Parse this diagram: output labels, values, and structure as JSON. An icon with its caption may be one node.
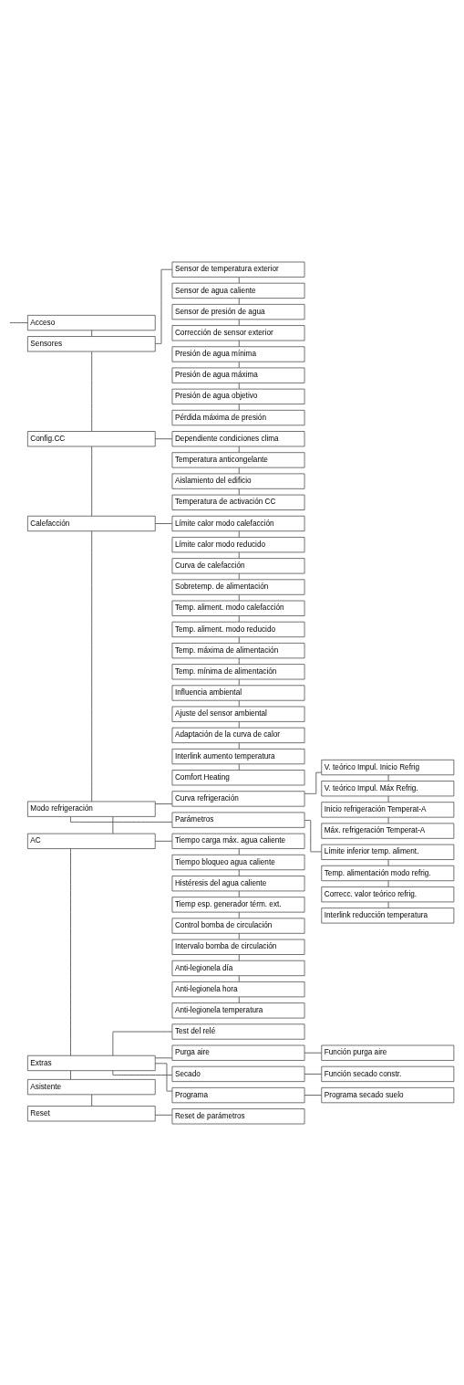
{
  "diagram": {
    "nodes": [
      {
        "text": [
          "Acceso"
        ]
      },
      {
        "text": [
          "Sensores"
        ]
      },
      {
        "text": [
          "Sensor de temperatura exterior"
        ]
      },
      {
        "text": [
          "Sensor de agua caliente"
        ]
      },
      {
        "text": [
          "Sensor de presión de agua"
        ]
      },
      {
        "text": [
          "Corrección de sensor exterior"
        ]
      },
      {
        "text": [
          "Presión de agua mínima"
        ]
      },
      {
        "text": [
          "Presión de agua máxima"
        ]
      },
      {
        "text": [
          "Presión de agua objetivo"
        ]
      },
      {
        "text": [
          "Pérdida máxima de presión"
        ]
      },
      {
        "text": [
          "Config.CC"
        ]
      },
      {
        "text": [
          "Dependiente condiciones clima"
        ]
      },
      {
        "text": [
          "Temperatura anticongelante"
        ]
      },
      {
        "text": [
          "Aislamiento del edificio"
        ]
      },
      {
        "text": [
          "Temperatura de activación CC"
        ]
      },
      {
        "text": [
          "Calefacción"
        ]
      },
      {
        "text": [
          "Límite calor modo calefacción"
        ]
      },
      {
        "text": [
          "Límite calor modo reducido"
        ]
      },
      {
        "text": [
          "Curva de calefacción"
        ]
      },
      {
        "text": [
          "Sobretemp. de alimentación"
        ]
      },
      {
        "text": [
          "Temp. aliment. modo calefacción"
        ]
      },
      {
        "text": [
          "Temp. aliment. modo reducido"
        ]
      },
      {
        "text": [
          "Temp. máxima de alimentación"
        ]
      },
      {
        "text": [
          "Temp. mínima de alimentación"
        ]
      },
      {
        "text": [
          "Influencia ambiental"
        ]
      },
      {
        "text": [
          "Ajuste del sensor ambiental"
        ]
      },
      {
        "text": [
          "Adaptación de la curva de calor"
        ]
      },
      {
        "text": [
          "Interlink aumento temperatura"
        ]
      },
      {
        "text": [
          "Comfort Heating"
        ]
      },
      {
        "text": [
          "Modo refrigeración"
        ]
      },
      {
        "text": [
          "Curva refrigeración"
        ]
      },
      {
        "text": [
          "V. teórico Impul. Inicio Refrig"
        ]
      },
      {
        "text": [
          "V. teórico Impul. Máx Refrig."
        ]
      },
      {
        "text": [
          "Inicio refrigeración Temperat-A"
        ]
      },
      {
        "text": [
          "Máx. refrigeración Temperat-A"
        ]
      },
      {
        "text": [
          "Parámetros"
        ]
      },
      {
        "text": [
          "Límite inferior temp. aliment."
        ]
      },
      {
        "text": [
          "Temp. alimentación modo refrig."
        ]
      },
      {
        "text": [
          "Correcc. valor teórico refrig."
        ]
      },
      {
        "text": [
          "Interlink reducción temperatura"
        ]
      },
      {
        "text": [
          "AC"
        ]
      },
      {
        "text": [
          "Tiempo carga máx. agua caliente"
        ]
      },
      {
        "text": [
          "Tiempo bloqueo agua caliente"
        ]
      },
      {
        "text": [
          "Histéresis del agua caliente"
        ]
      },
      {
        "text": [
          "Tiemp esp. generador térm. ext."
        ]
      },
      {
        "text": [
          "Control bomba de circulación"
        ]
      },
      {
        "text": [
          "Intervalo bomba de circulación"
        ]
      },
      {
        "text": [
          "Anti-legionela día"
        ]
      },
      {
        "text": [
          "Anti-legionela hora"
        ]
      },
      {
        "text": [
          "Anti-legionela temperatura"
        ]
      },
      {
        "text": [
          "Extras"
        ]
      },
      {
        "text": [
          "Test del relé"
        ]
      },
      {
        "text": [
          "Purga aire"
        ]
      },
      {
        "text": [
          "Función purga aire"
        ]
      },
      {
        "text": [
          "Secado"
        ]
      },
      {
        "text": [
          "Función secado constr."
        ]
      },
      {
        "text": [
          "Programa"
        ]
      },
      {
        "text": [
          "Programa secado suelo"
        ]
      },
      {
        "text": [
          "Asistente"
        ]
      },
      {
        "text": [
          "Reset"
        ]
      },
      {
        "text": [
          "Reset de parámetros"
        ]
      }
    ],
    "edges": [
      {
        "from": null,
        "to": 0,
        "arrow": "none"
      },
      {
        "from": 0,
        "to": 1,
        "arrow": "none"
      },
      {
        "from": 1,
        "to": 10,
        "arrow": "none"
      },
      {
        "from": 10,
        "to": 15,
        "arrow": "none"
      },
      {
        "from": 15,
        "to": 29,
        "arrow": "none"
      },
      {
        "from": 29,
        "to": 40,
        "arrow": "none"
      },
      {
        "from": 40,
        "to": 50,
        "arrow": "none"
      },
      {
        "from": 50,
        "to": 58,
        "arrow": "none"
      },
      {
        "from": 58,
        "to": 59,
        "arrow": "none"
      },
      {
        "from": 1,
        "to": 2,
        "arrow": "none"
      },
      {
        "from": 2,
        "to": 3,
        "arrow": "none"
      },
      {
        "from": 3,
        "to": 4,
        "arrow": "none"
      },
      {
        "from": 4,
        "to": 5,
        "arrow": "none"
      },
      {
        "from": 5,
        "to": 6,
        "arrow": "none"
      },
      {
        "from": 6,
        "to": 7,
        "arrow": "none"
      },
      {
        "from": 7,
        "to": 8,
        "arrow": "none"
      },
      {
        "from": 8,
        "to": 9,
        "arrow": "none"
      },
      {
        "from": 10,
        "to": 11,
        "arrow": "none"
      },
      {
        "from": 11,
        "to": 12,
        "arrow": "none"
      },
      {
        "from": 12,
        "to": 13,
        "arrow": "none"
      },
      {
        "from": 13,
        "to": 14,
        "arrow": "none"
      },
      {
        "from": 15,
        "to": 16,
        "arrow": "none"
      },
      {
        "from": 16,
        "to": 17,
        "arrow": "none"
      },
      {
        "from": 17,
        "to": 18,
        "arrow": "none"
      },
      {
        "from": 18,
        "to": 19,
        "arrow": "none"
      },
      {
        "from": 19,
        "to": 20,
        "arrow": "none"
      },
      {
        "from": 20,
        "to": 21,
        "arrow": "none"
      },
      {
        "from": 21,
        "to": 22,
        "arrow": "none"
      },
      {
        "from": 22,
        "to": 23,
        "arrow": "none"
      },
      {
        "from": 23,
        "to": 24,
        "arrow": "none"
      },
      {
        "from": 24,
        "to": 25,
        "arrow": "none"
      },
      {
        "from": 25,
        "to": 26,
        "arrow": "none"
      },
      {
        "from": 26,
        "to": 27,
        "arrow": "none"
      },
      {
        "from": 27,
        "to": 28,
        "arrow": "none"
      },
      {
        "from": 29,
        "to": 30,
        "arrow": "none"
      },
      {
        "from": 30,
        "to": 31,
        "arrow": "none"
      },
      {
        "from": 31,
        "to": 32,
        "arrow": "none"
      },
      {
        "from": 32,
        "to": 33,
        "arrow": "none"
      },
      {
        "from": 33,
        "to": 34,
        "arrow": "none"
      },
      {
        "from": 29,
        "to": 35,
        "arrow": "none"
      },
      {
        "from": 35,
        "to": 36,
        "arrow": "none"
      },
      {
        "from": 36,
        "to": 37,
        "arrow": "none"
      },
      {
        "from": 37,
        "to": 38,
        "arrow": "none"
      },
      {
        "from": 38,
        "to": 39,
        "arrow": "none"
      },
      {
        "from": 40,
        "to": 41,
        "arrow": "none"
      },
      {
        "from": 41,
        "to": 42,
        "arrow": "none"
      },
      {
        "from": 42,
        "to": 43,
        "arrow": "none"
      },
      {
        "from": 43,
        "to": 44,
        "arrow": "none"
      },
      {
        "from": 44,
        "to": 45,
        "arrow": "none"
      },
      {
        "from": 45,
        "to": 46,
        "arrow": "none"
      },
      {
        "from": 46,
        "to": 47,
        "arrow": "none"
      },
      {
        "from": 47,
        "to": 48,
        "arrow": "none"
      },
      {
        "from": 48,
        "to": 49,
        "arrow": "none"
      },
      {
        "from": 50,
        "to": 51,
        "arrow": "none"
      },
      {
        "from": 50,
        "to": 52,
        "arrow": "none"
      },
      {
        "from": 52,
        "to": 53,
        "arrow": "none"
      },
      {
        "from": 50,
        "to": 54,
        "arrow": "none"
      },
      {
        "from": 54,
        "to": 55,
        "arrow": "none"
      },
      {
        "from": 50,
        "to": 56,
        "arrow": "none"
      },
      {
        "from": 56,
        "to": 57,
        "arrow": "none"
      },
      {
        "from": 59,
        "to": 60,
        "arrow": "none"
      }
    ]
  }
}
